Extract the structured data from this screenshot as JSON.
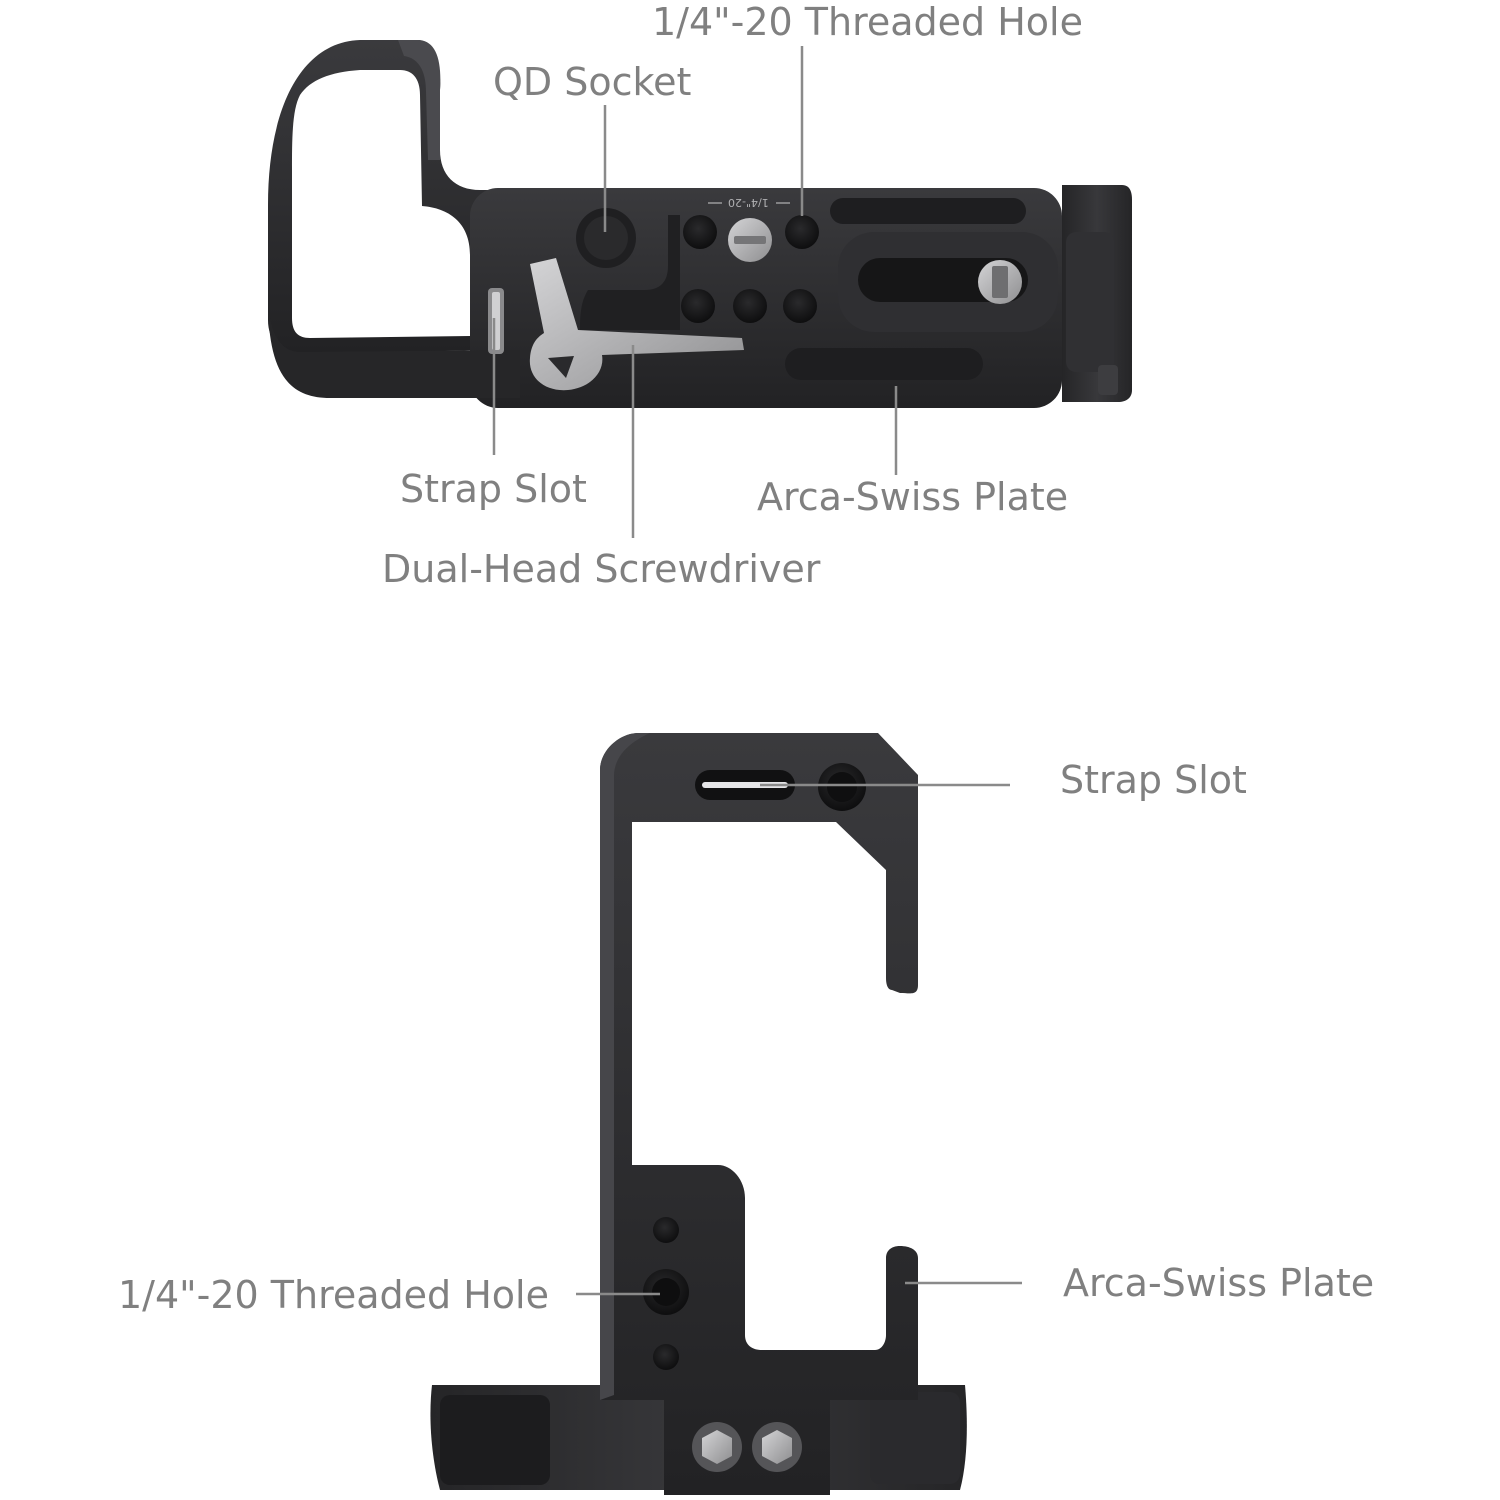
{
  "colors": {
    "background": "#ffffff",
    "label_text": "#808080",
    "leader_line": "#8a8a8a",
    "metal_body": "#2b2b2d",
    "metal_highlight": "#4a4a4e",
    "hole": "#131314",
    "silver": "#b8b8ba"
  },
  "top_view": {
    "engraving": "1/4\"-20",
    "callouts": {
      "threaded_hole": "1/4\"-20 Threaded Hole",
      "qd_socket": "QD Socket",
      "strap_slot": "Strap Slot",
      "arca_plate": "Arca-Swiss Plate",
      "screwdriver": "Dual-Head Screwdriver"
    }
  },
  "side_view": {
    "callouts": {
      "strap_slot": "Strap Slot",
      "threaded_hole": "1/4\"-20 Threaded Hole",
      "arca_plate": "Arca-Swiss Plate"
    }
  }
}
